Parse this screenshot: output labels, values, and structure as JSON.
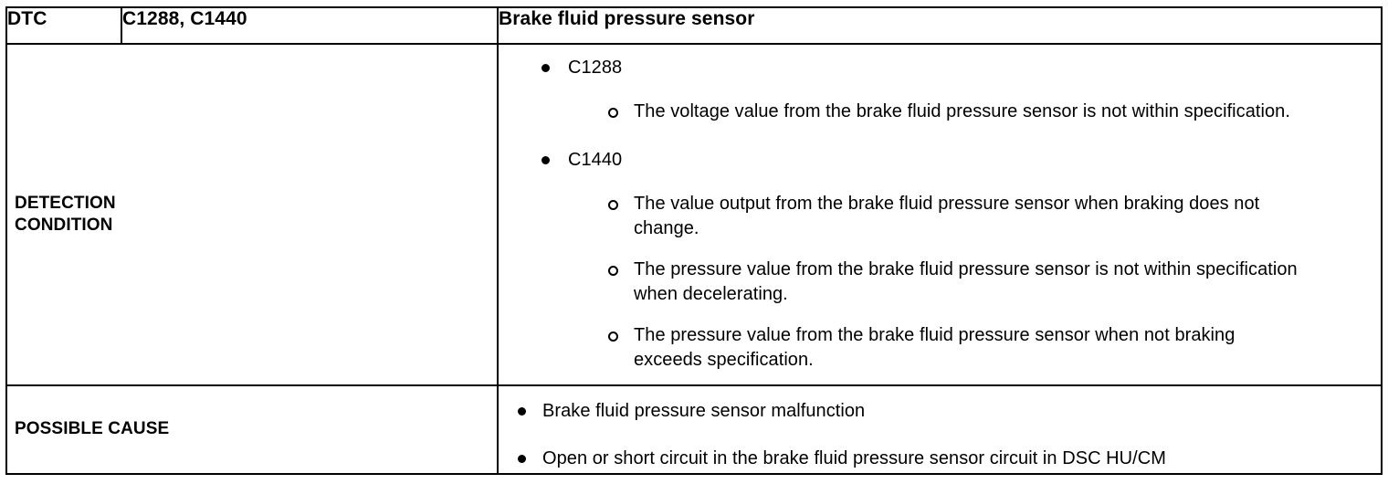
{
  "table": {
    "header": {
      "label": "DTC",
      "codes": "C1288, C1440",
      "title": "Brake fluid pressure sensor"
    },
    "rows": [
      {
        "label": "DETECTION CONDITION",
        "label_line1": "DETECTION",
        "label_line2": "CONDITION",
        "groups": [
          {
            "code": "C1288",
            "details": [
              "The voltage value from the brake fluid pressure sensor is not within specification."
            ]
          },
          {
            "code": "C1440",
            "details": [
              "The value output from the brake fluid pressure sensor when braking does not change.",
              "The pressure value from the brake fluid pressure sensor is not within specification when decelerating.",
              "The pressure value from the brake fluid pressure sensor when not braking exceeds specification."
            ]
          }
        ]
      },
      {
        "label": "POSSIBLE CAUSE",
        "causes": [
          "Brake fluid pressure sensor malfunction",
          "Open or short circuit in the brake fluid pressure sensor circuit in DSC HU/CM"
        ]
      }
    ]
  },
  "icons": {
    "bullet_filled": "filled-bullet-icon",
    "bullet_hollow": "hollow-bullet-icon"
  },
  "colors": {
    "border": "#000000",
    "text": "#000000",
    "background": "#ffffff"
  }
}
